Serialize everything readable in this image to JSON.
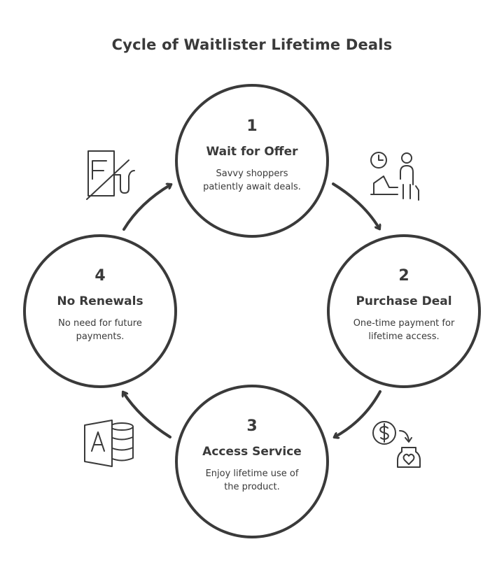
{
  "title": "Cycle of Waitlister Lifetime Deals",
  "steps": [
    {
      "number": "1",
      "heading": "Wait for Offer",
      "desc": [
        "Savvy shoppers",
        "patiently await deals."
      ],
      "icon": "person-waiting-clock-icon"
    },
    {
      "number": "2",
      "heading": "Purchase Deal",
      "desc": [
        "One-time payment for",
        "lifetime access."
      ],
      "icon": "dollar-to-heart-jar-icon"
    },
    {
      "number": "3",
      "heading": "Access Service",
      "desc": [
        "Enjoy lifetime use of",
        "the product."
      ],
      "icon": "access-database-icon"
    },
    {
      "number": "4",
      "heading": "No Renewals",
      "desc": [
        "No need for future",
        "payments."
      ],
      "icon": "no-renewal-crossed-document-icon"
    }
  ],
  "colors": {
    "stroke": "#3a3a3a",
    "background": "#ffffff"
  }
}
